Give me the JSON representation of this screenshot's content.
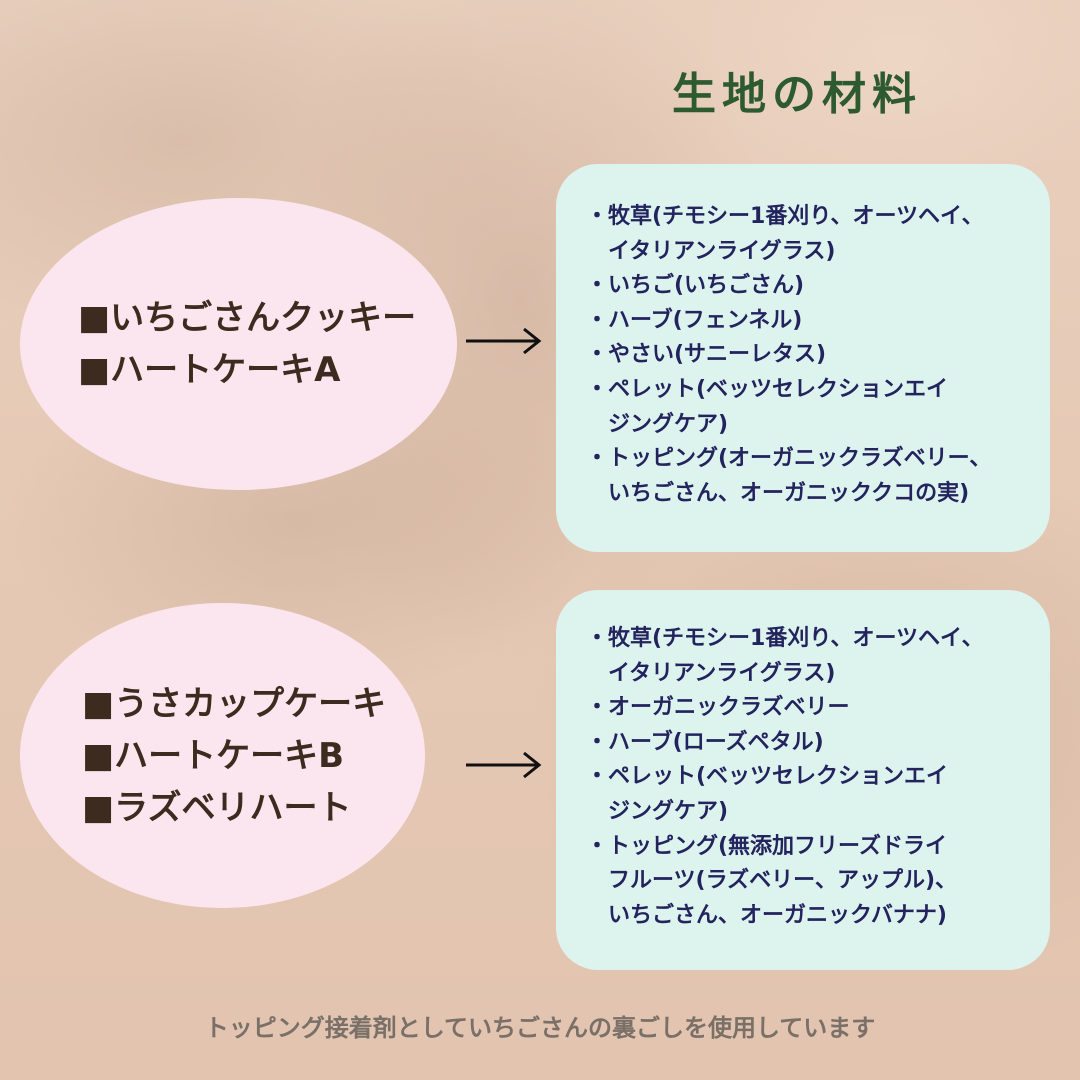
{
  "title": "生地の材料",
  "group1": {
    "products": [
      "■いちごさんクッキー",
      "■ハートケーキA"
    ],
    "ingredients": [
      "・牧草(チモシー1番刈り、オーツヘイ、",
      "　イタリアンライグラス)",
      "・いちご(いちごさん)",
      "・ハーブ(フェンネル)",
      "・やさい(サニーレタス)",
      "・ペレット(ベッツセレクションエイ",
      "　ジングケア)",
      "・トッピング(オーガニックラズベリー、",
      "　いちごさん、オーガニッククコの実)"
    ]
  },
  "group2": {
    "products": [
      "■うさカップケーキ",
      "■ハートケーキB",
      "■ラズベリハート"
    ],
    "ingredients": [
      "・牧草(チモシー1番刈り、オーツヘイ、",
      "　イタリアンライグラス)",
      "・オーガニックラズベリー",
      "・ハーブ(ローズペタル)",
      "・ペレット(ベッツセレクションエイ",
      "　ジングケア)",
      "・トッピング(無添加フリーズドライ",
      "　フルーツ(ラズベリー、アップル)、",
      "　いちごさん、オーガニックバナナ)"
    ]
  },
  "footer": "トッピング接着剤としていちごさんの裏ごしを使用しています",
  "colors": {
    "title": "#2d5a2f",
    "ellipse": "#fbe6ef",
    "box": "#ddf3ee",
    "product_text": "#3d2b1f",
    "ingredient_text": "#23235e",
    "footer_text": "#7a7068"
  }
}
